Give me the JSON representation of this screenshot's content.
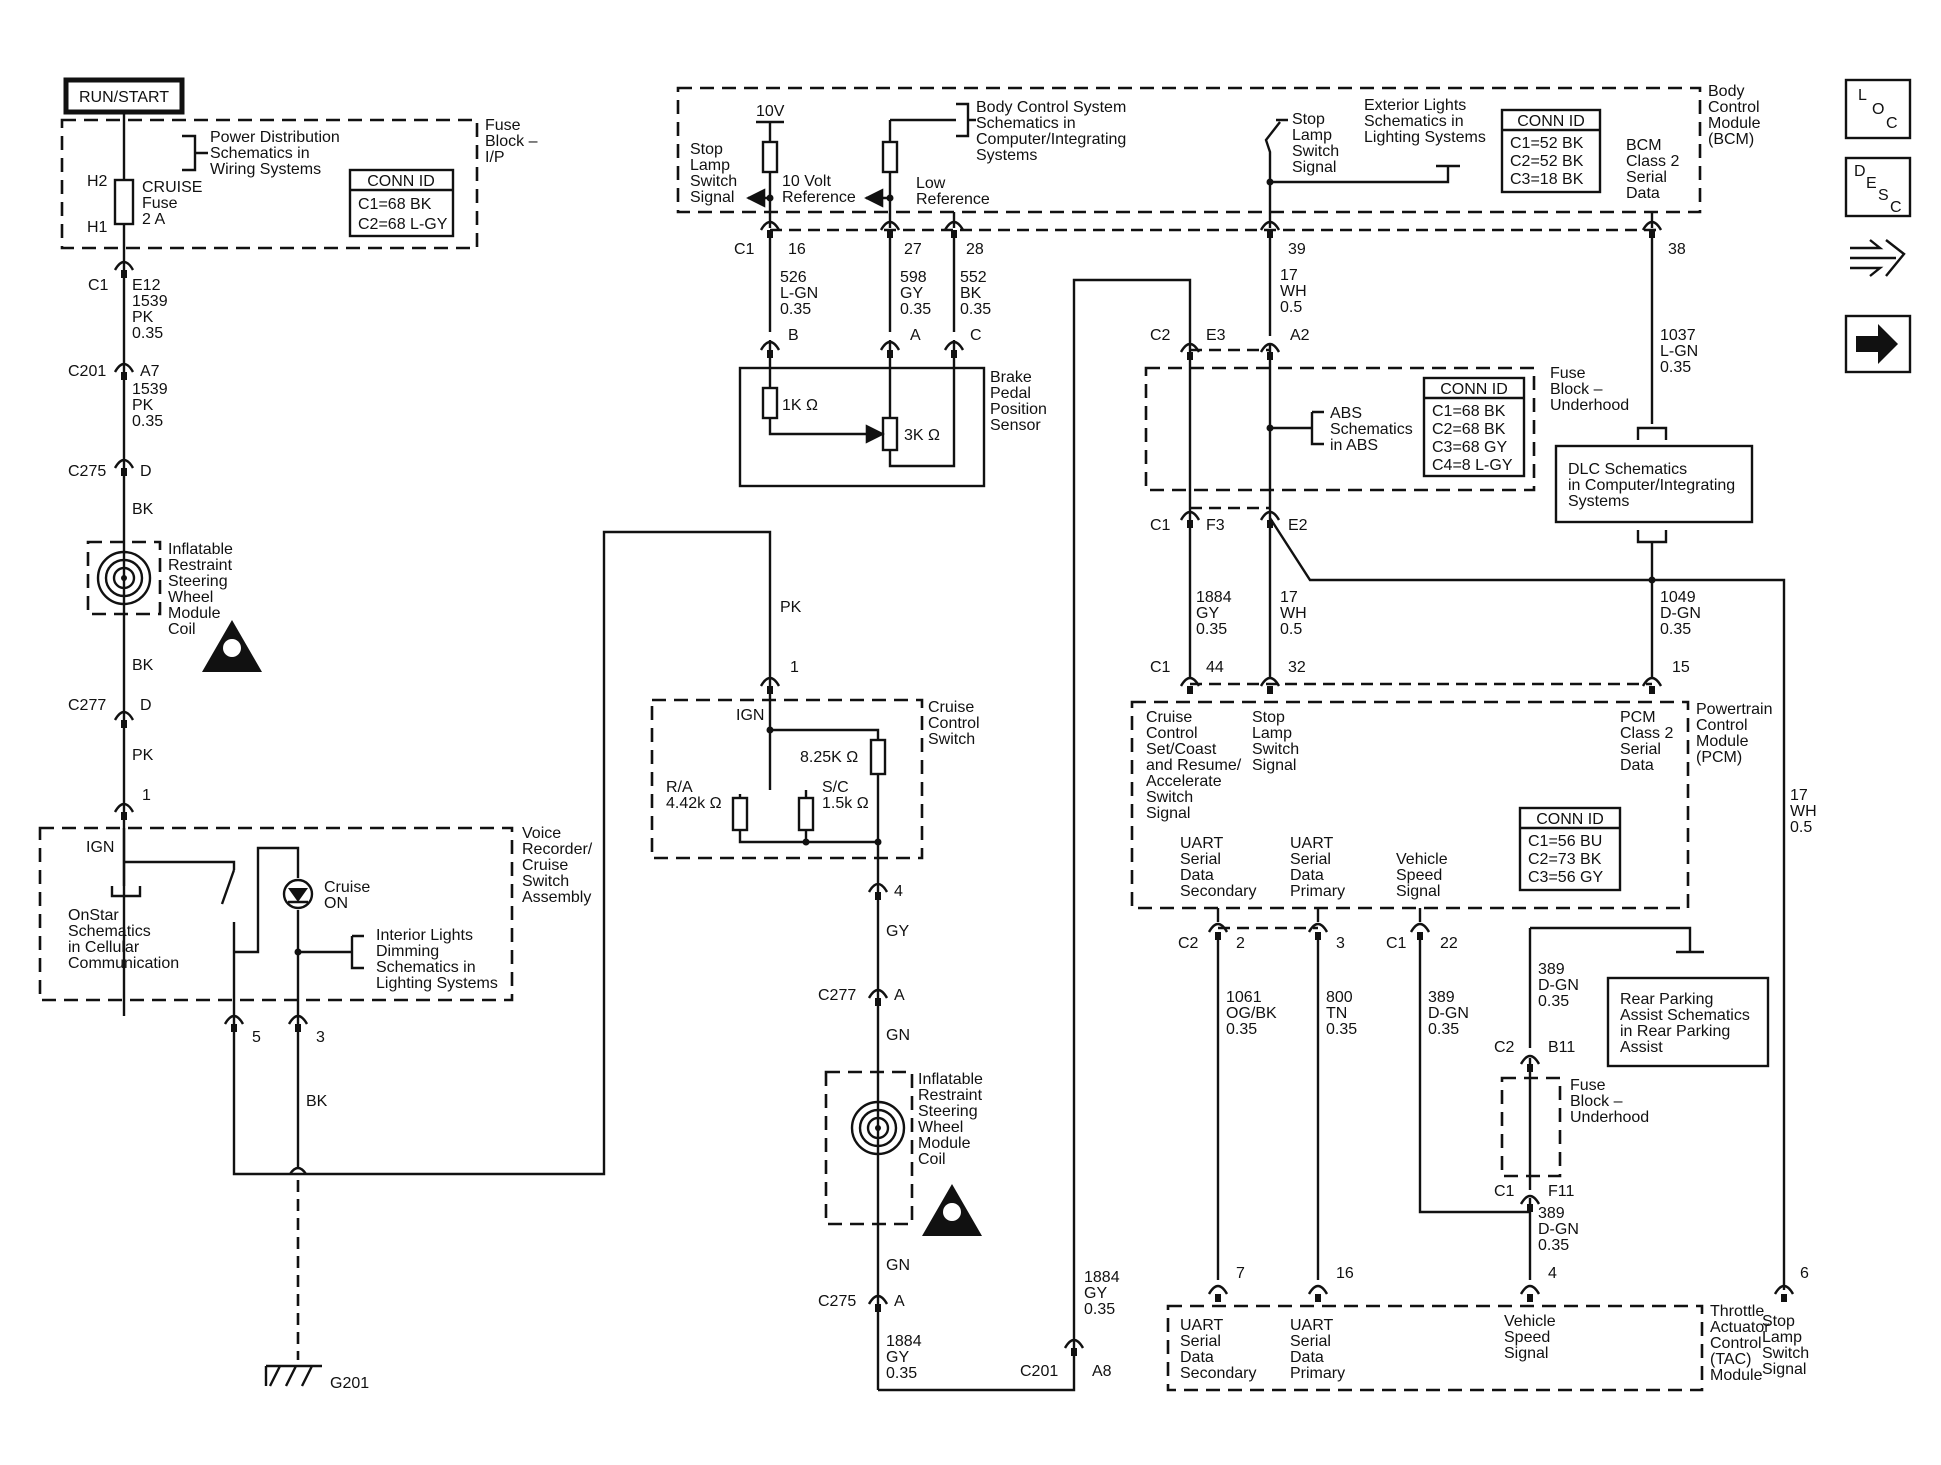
{
  "run_start": "RUN/START",
  "fuse_ip": {
    "title": [
      "Fuse",
      "Block –",
      "I/P"
    ],
    "ref": [
      "Power Distribution",
      "Schematics in",
      "Wiring Systems"
    ],
    "fuse": [
      "CRUISE",
      "Fuse",
      "2 A"
    ],
    "h2": "H2",
    "h1": "H1",
    "conn": {
      "head": "CONN ID",
      "rows": [
        "C1=68 BK",
        "C2=68 L-GY"
      ]
    }
  },
  "left_chain": {
    "c1": "C1",
    "e12": "E12",
    "w1": [
      "1539",
      "PK",
      "0.35"
    ],
    "c201": "C201",
    "a7": "A7",
    "w2": [
      "1539",
      "PK",
      "0.35"
    ],
    "c275": "C275",
    "d1": "D",
    "bk1": "BK",
    "coil": [
      "Inflatable",
      "Restraint",
      "Steering",
      "Wheel",
      "Module",
      "Coil"
    ],
    "bk2": "BK",
    "c277": "C277",
    "d2": "D",
    "pk": "PK",
    "pin1": "1"
  },
  "voice": {
    "title": [
      "Voice",
      "Recorder/",
      "Cruise",
      "Switch",
      "Assembly"
    ],
    "ign": "IGN",
    "onstar": [
      "OnStar",
      "Schematics",
      "in Cellular",
      "Communication"
    ],
    "cruise_on": [
      "Cruise",
      "ON"
    ],
    "dim": [
      "Interior Lights",
      "Dimming",
      "Schematics in",
      "Lighting Systems"
    ],
    "p5": "5",
    "p3": "3",
    "bk": "BK",
    "g201": "G201"
  },
  "bcm": {
    "title": [
      "Body",
      "Control",
      "Module",
      "(BCM)"
    ],
    "stop": [
      "Stop",
      "Lamp",
      "Switch",
      "Signal"
    ],
    "v10": "10V",
    "ref10": [
      "10 Volt",
      "Reference"
    ],
    "bcs": [
      "Body Control System",
      "Schematics in",
      "Computer/Integrating",
      "Systems"
    ],
    "low": [
      "Low",
      "Reference"
    ],
    "stop2": [
      "Stop",
      "Lamp",
      "Switch",
      "Signal"
    ],
    "ext": [
      "Exterior Lights",
      "Schematics in",
      "Lighting Systems"
    ],
    "class2": [
      "BCM",
      "Class 2",
      "Serial",
      "Data"
    ],
    "conn": {
      "head": "CONN ID",
      "rows": [
        "C1=52 BK",
        "C2=52 BK",
        "C3=18 BK"
      ]
    },
    "c1": "C1",
    "p16": "16",
    "p27": "27",
    "p28": "28",
    "p39": "39",
    "p38": "38"
  },
  "bpps": {
    "w526": [
      "526",
      "L-GN",
      "0.35"
    ],
    "w598": [
      "598",
      "GY",
      "0.35"
    ],
    "w552": [
      "552",
      "BK",
      "0.35"
    ],
    "b": "B",
    "a": "A",
    "c": "C",
    "r1": "1K Ω",
    "r3": "3K Ω",
    "title": [
      "Brake",
      "Pedal",
      "Position",
      "Sensor"
    ]
  },
  "cruise_sw": {
    "pk": "PK",
    "p1": "1",
    "ign": "IGN",
    "title": [
      "Cruise",
      "Control",
      "Switch"
    ],
    "r825": "8.25K Ω",
    "ra": [
      "R/A",
      "4.42k Ω"
    ],
    "sc": [
      "S/C",
      "1.5k Ω"
    ],
    "p4": "4",
    "gy": "GY",
    "c277": "C277",
    "a1": "A",
    "gn1": "GN",
    "coil": [
      "Inflatable",
      "Restraint",
      "Steering",
      "Wheel",
      "Module",
      "Coil"
    ],
    "gn2": "GN",
    "c275": "C275",
    "a2": "A",
    "w1884": [
      "1884",
      "GY",
      "0.35"
    ],
    "c201": "C201",
    "a8": "A8",
    "w1884b": [
      "1884",
      "GY",
      "0.35"
    ]
  },
  "fuse_uh": {
    "w17": [
      "17",
      "WH",
      "0.5"
    ],
    "c2": "C2",
    "e3": "E3",
    "a2": "A2",
    "title": [
      "Fuse",
      "Block –",
      "Underhood"
    ],
    "abs": [
      "ABS",
      "Schematics",
      "in ABS"
    ],
    "conn": {
      "head": "CONN ID",
      "rows": [
        "C1=68 BK",
        "C2=68 BK",
        "C3=68 GY",
        "C4=8 L-GY"
      ]
    },
    "c1": "C1",
    "f3": "F3",
    "e2": "E2",
    "w1884": [
      "1884",
      "GY",
      "0.35"
    ],
    "w17b": [
      "17",
      "WH",
      "0.5"
    ]
  },
  "dlc": {
    "w1037": [
      "1037",
      "L-GN",
      "0.35"
    ],
    "text": [
      "DLC Schematics",
      "in Computer/Integrating",
      "Systems"
    ],
    "w1049": [
      "1049",
      "D-GN",
      "0.35"
    ],
    "p15": "15"
  },
  "pcm": {
    "c1": "C1",
    "p44": "44",
    "p32": "32",
    "title": [
      "Powertrain",
      "Control",
      "Module",
      "(PCM)"
    ],
    "cruise": [
      "Cruise",
      "Control",
      "Set/Coast",
      "and Resume/",
      "Accelerate",
      "Switch",
      "Signal"
    ],
    "stop": [
      "Stop",
      "Lamp",
      "Switch",
      "Signal"
    ],
    "class2": [
      "PCM",
      "Class 2",
      "Serial",
      "Data"
    ],
    "uart2": [
      "UART",
      "Serial",
      "Data",
      "Secondary"
    ],
    "uart1": [
      "UART",
      "Serial",
      "Data",
      "Primary"
    ],
    "vss": [
      "Vehicle",
      "Speed",
      "Signal"
    ],
    "conn": {
      "head": "CONN ID",
      "rows": [
        "C1=56 BU",
        "C2=73 BK",
        "C3=56 GY"
      ]
    },
    "w17": [
      "17",
      "WH",
      "0.5"
    ],
    "c2": "C2",
    "p2": "2",
    "p3": "3",
    "c1b": "C1",
    "p22": "22"
  },
  "lower": {
    "w1061": [
      "1061",
      "OG/BK",
      "0.35"
    ],
    "w800": [
      "800",
      "TN",
      "0.35"
    ],
    "w389a": [
      "389",
      "D-GN",
      "0.35"
    ],
    "w389b": [
      "389",
      "D-GN",
      "0.35"
    ],
    "rpa": [
      "Rear Parking",
      "Assist Schematics",
      "in Rear Parking",
      "Assist"
    ],
    "c2": "C2",
    "b11": "B11",
    "fuse": [
      "Fuse",
      "Block –",
      "Underhood"
    ],
    "c1": "C1",
    "f11": "F11",
    "w389c": [
      "389",
      "D-GN",
      "0.35"
    ],
    "p7": "7",
    "p16": "16",
    "p4": "4",
    "p6": "6"
  },
  "tac": {
    "title": [
      "Throttle",
      "Actuator",
      "Control",
      "(TAC)",
      "Module"
    ],
    "uart2": [
      "UART",
      "Serial",
      "Data",
      "Secondary"
    ],
    "uart1": [
      "UART",
      "Serial",
      "Data",
      "Primary"
    ],
    "vss": [
      "Vehicle",
      "Speed",
      "Signal"
    ],
    "stop": [
      "Stop",
      "Lamp",
      "Switch",
      "Signal"
    ]
  },
  "nav": {
    "loc": [
      "L",
      "O",
      "C"
    ],
    "desc": [
      "D",
      "E",
      "S",
      "C"
    ],
    "icons": [
      "connector-icon",
      "arrow-right-icon"
    ]
  }
}
